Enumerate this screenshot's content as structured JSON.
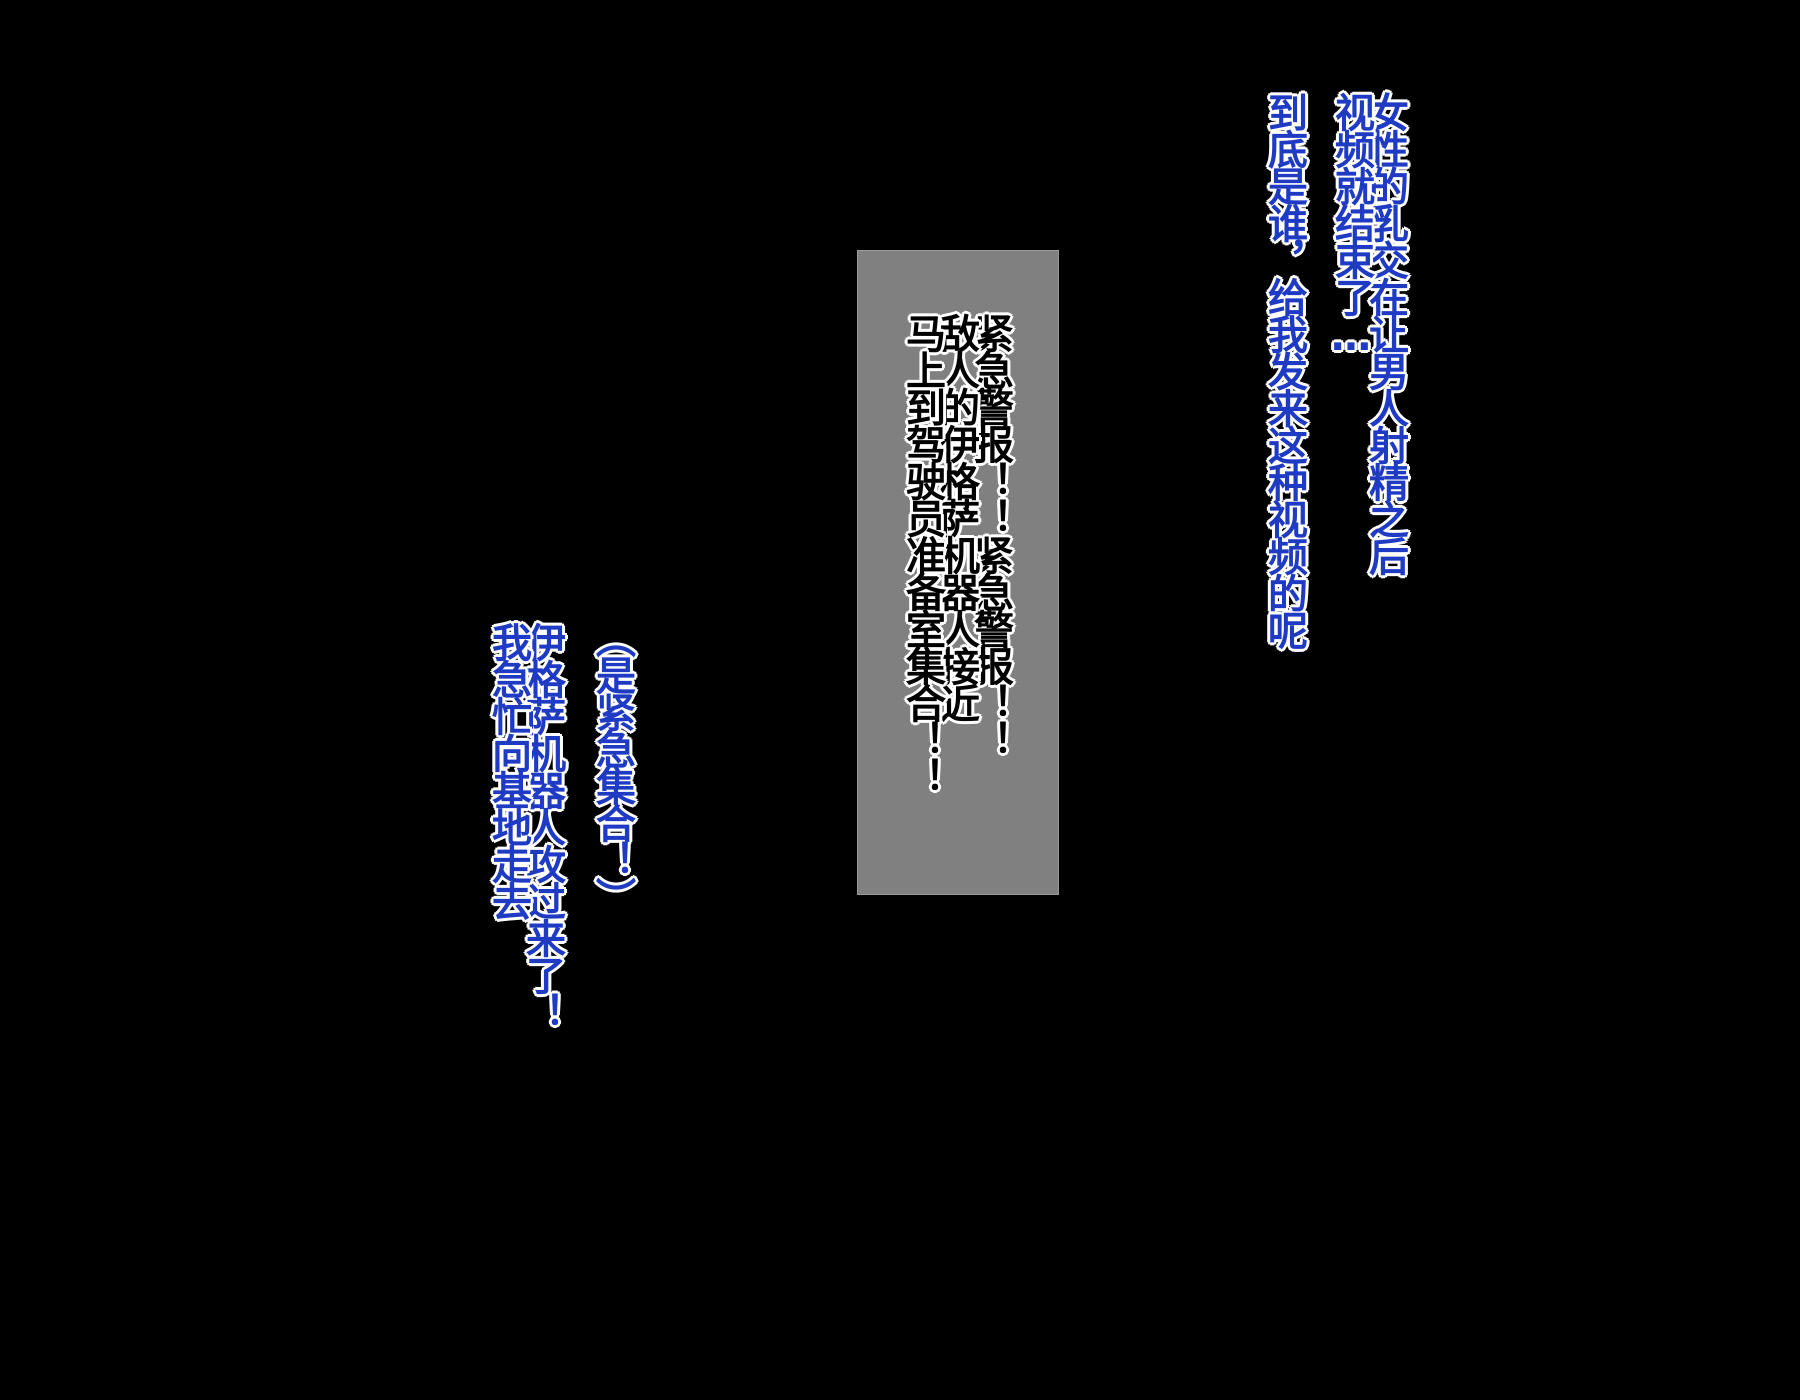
{
  "colors": {
    "background": "#000000",
    "panel": "#808080",
    "narration_text": "#1f3bc4",
    "alert_text": "#000000",
    "outline": "#ffffff"
  },
  "narration_top_right": {
    "line1": "女性的乳交在让男人射精之后",
    "line2": "视频就结束了…",
    "line3": "到底是谁，给我发来这种视频的呢"
  },
  "alert_panel": {
    "line1": "紧急警报！！紧急警报！！",
    "line2": "敌人的伊格萨机器人接近",
    "line3": "马上到驾驶员准备室集合！！"
  },
  "narration_left": {
    "line1": "（是紧急集合！）",
    "line2": "伊格萨机器人攻过来了！",
    "line3": "我急忙向基地走去"
  }
}
